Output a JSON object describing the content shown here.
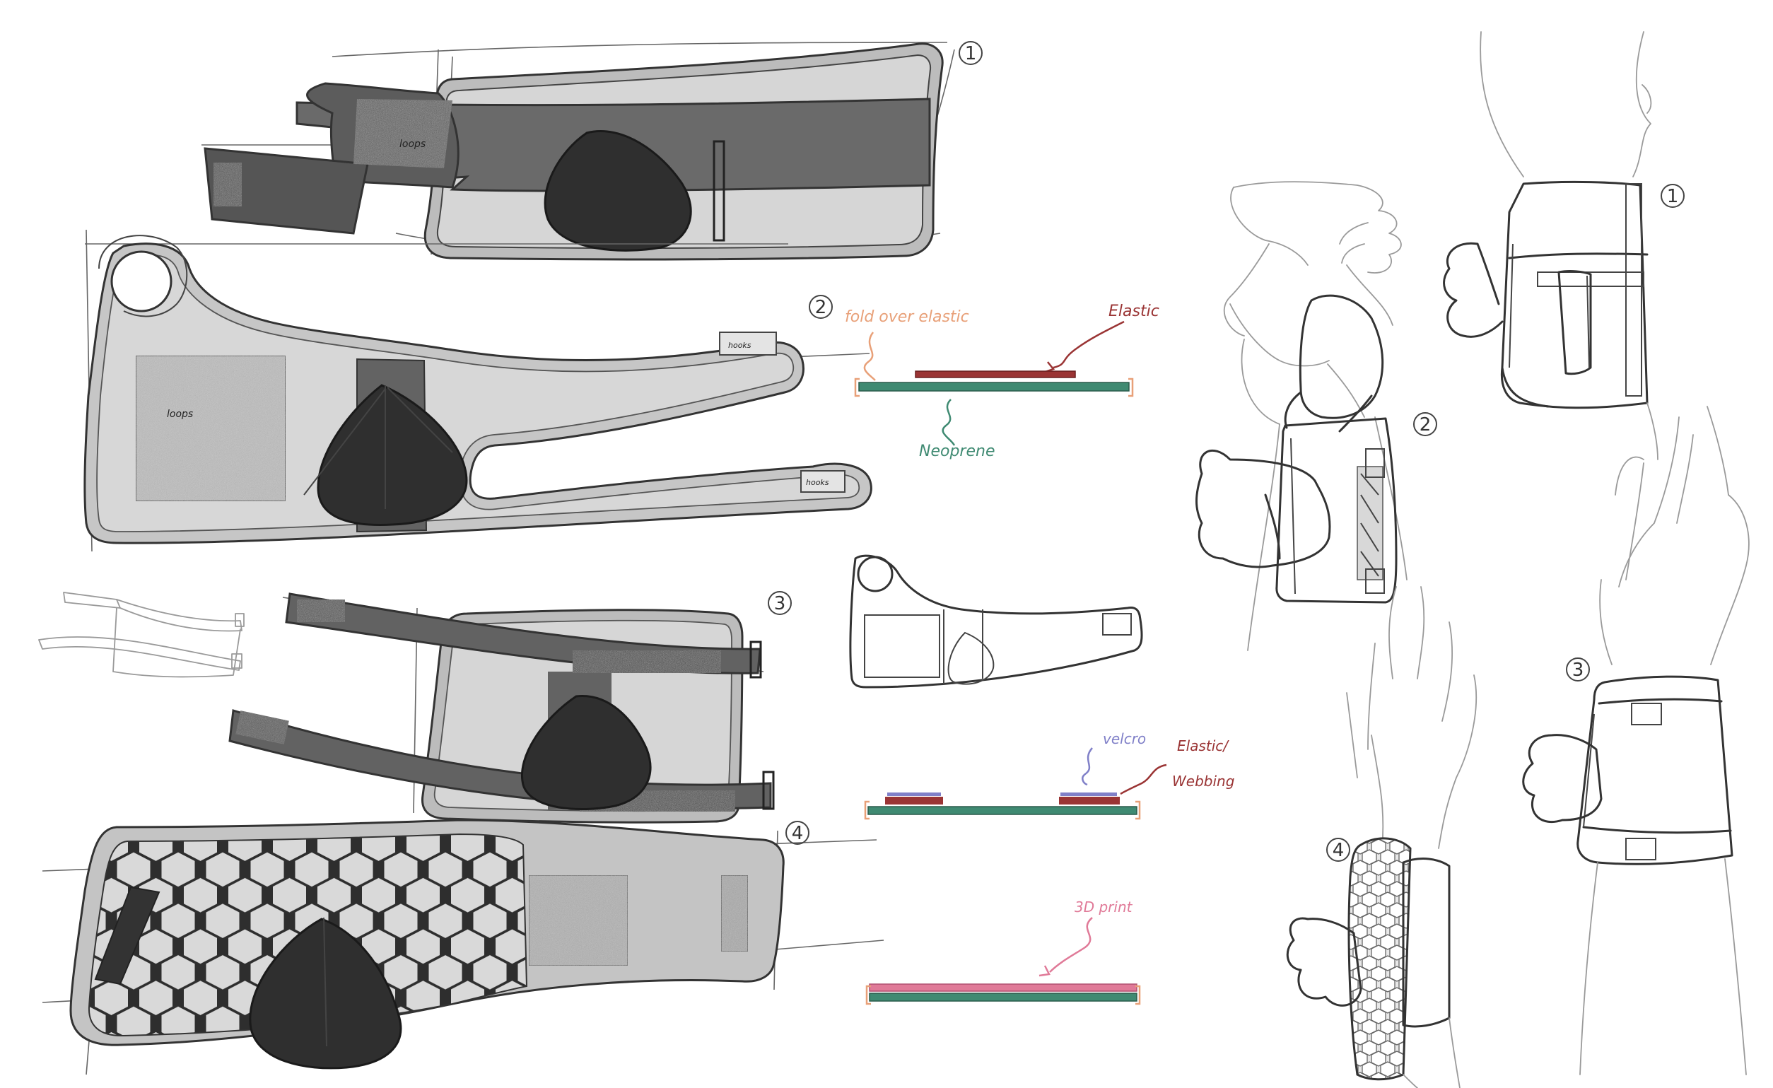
{
  "colors": {
    "neoprene": "#3f8a72",
    "elastic": "#9a3434",
    "velcro": "#8080c8",
    "print3d": "#e07a98",
    "foldover": "#e8a078",
    "strap_dark": "#626262",
    "band_light": "#d4d4d4",
    "pad": "#2f2f2f"
  },
  "concept_numbers": [
    "1",
    "2",
    "3",
    "4"
  ],
  "pad_labels": {
    "loops": "loops",
    "hooks": "hooks"
  },
  "layer_labels": {
    "fold_over_elastic": "fold over elastic",
    "elastic": "Elastic",
    "neoprene": "Neoprene",
    "velcro": "velcro",
    "elastic_webbing_1": "Elastic/",
    "elastic_webbing_2": "Webbing",
    "print_3d": "3D print"
  }
}
